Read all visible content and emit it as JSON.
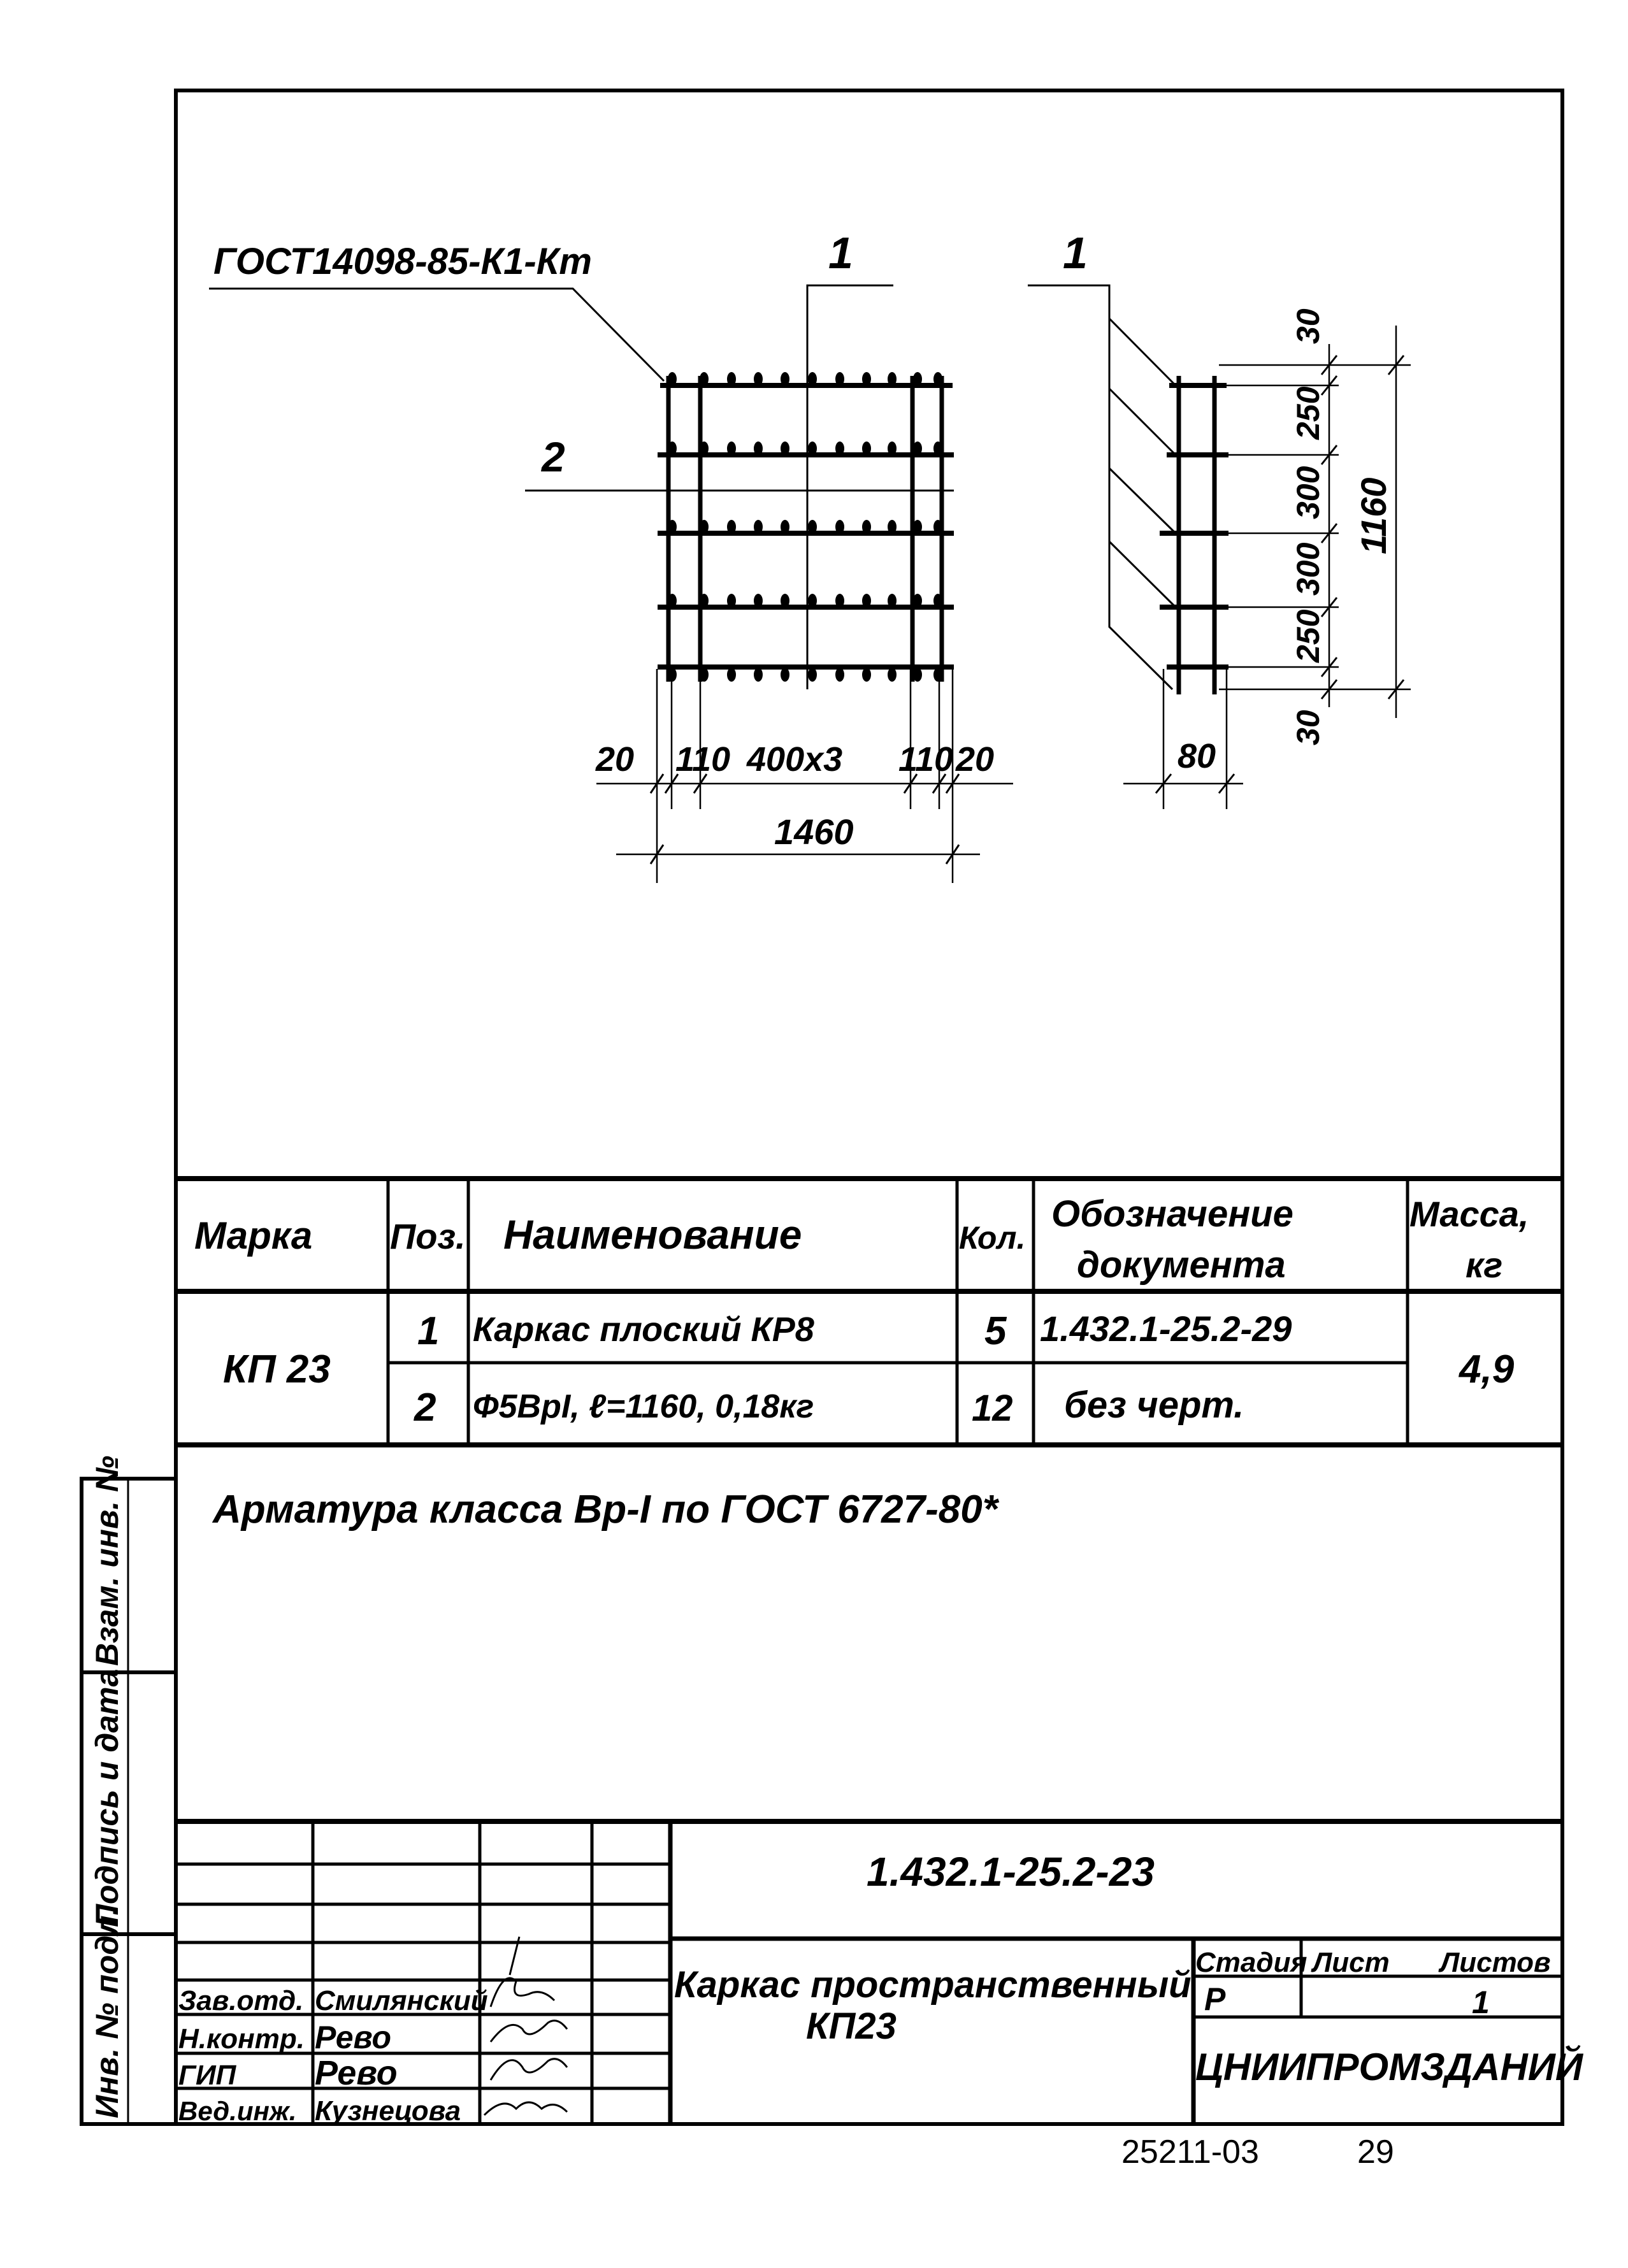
{
  "drawing": {
    "gost_label": "ГОСТ14098-85-К1-Кт",
    "section_mark_front": "1",
    "section_mark_side": "1",
    "position_mark": "2",
    "dims_bottom": [
      "20",
      "110",
      "400х3",
      "110",
      "20"
    ],
    "overall_width": "1460",
    "side_width": "80",
    "dims_vertical": [
      "30",
      "250",
      "300",
      "300",
      "250",
      "30"
    ],
    "overall_height": "1160"
  },
  "spec_table": {
    "headers": {
      "mark": "Марка",
      "pos": "Поз.",
      "name": "Наименование",
      "qty": "Кол.",
      "doc_line1": "Обозначение",
      "doc_line2": "документа",
      "mass_line1": "Масса,",
      "mass_line2": "кг"
    },
    "mark": "КП 23",
    "mass": "4,9",
    "rows": [
      {
        "pos": "1",
        "name": "Каркас плоский КР8",
        "qty": "5",
        "doc": "1.432.1-25.2-29"
      },
      {
        "pos": "2",
        "name": "Ф5ВрI, ℓ=1160, 0,18кг",
        "qty": "12",
        "doc": "без черт."
      }
    ]
  },
  "note": "Арматура класса Вр-I по ГОСТ 6727-80*",
  "side_strip": [
    "Взам. инв. №",
    "Подпись и дата",
    "Инв. № подл."
  ],
  "stamp": {
    "code": "1.432.1-25.2-23",
    "title_line1": "Каркас пространственный",
    "title_line2": "КП23",
    "stage_label": "Стадия",
    "sheet_label": "Лист",
    "sheets_label": "Листов",
    "stage": "Р",
    "sheets": "1",
    "organization": "ЦНИИПРОМЗДАНИЙ",
    "people": [
      {
        "role": "Зав.отд.",
        "name": "Смилянский"
      },
      {
        "role": "Н.контр.",
        "name": "Рево"
      },
      {
        "role": "ГИП",
        "name": "Рево"
      },
      {
        "role": "Вед.инж.",
        "name": "Кузнецова"
      }
    ]
  },
  "footer": {
    "archive_number": "25211-03",
    "page": "29"
  }
}
